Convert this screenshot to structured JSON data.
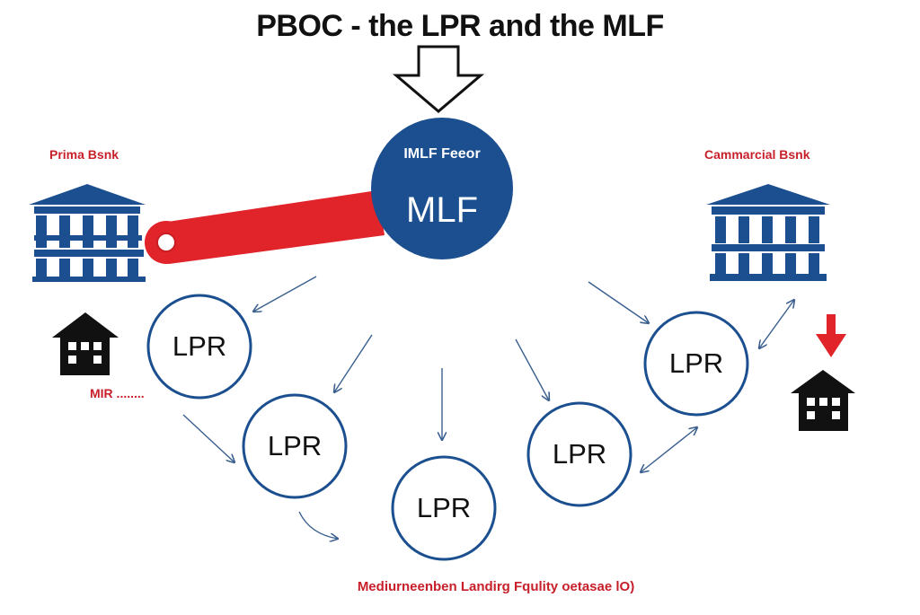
{
  "title": "PBOC - the LPR and the MLF",
  "left_bank_label": "Prima Bsnk",
  "right_bank_label": "Cammarcial Bsnk",
  "mlf_sublabel": "IMLF Feeor",
  "mlf_label": "MLF",
  "mir_label": "MIR ........",
  "lpr_nodes": [
    "LPR",
    "LPR",
    "LPR",
    "LPR",
    "LPR"
  ],
  "footer_text": "Mediurneenben Landirg Fqulity oetasae lO)",
  "colors": {
    "navy": "#1b4f8f",
    "red": "#e0242a",
    "arrow": "#3a5f8f",
    "text_red": "#c8202b"
  }
}
